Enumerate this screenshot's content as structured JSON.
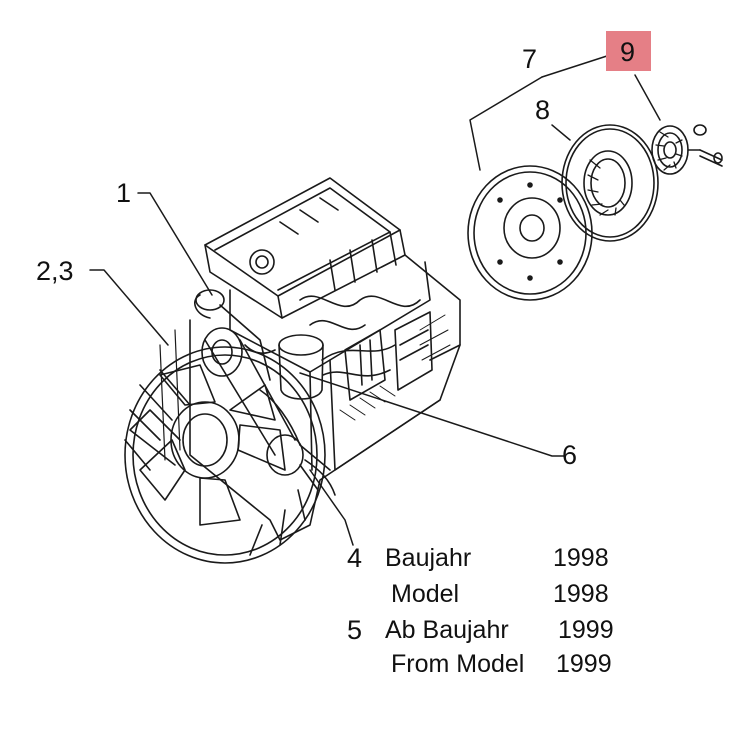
{
  "diagram": {
    "callouts": [
      {
        "id": "c1",
        "text": "1"
      },
      {
        "id": "c23",
        "text": "2,3"
      },
      {
        "id": "c6",
        "text": "6"
      },
      {
        "id": "c7",
        "text": "7"
      },
      {
        "id": "c8",
        "text": "8"
      },
      {
        "id": "c9",
        "text": "9"
      },
      {
        "id": "c4",
        "text": "4"
      },
      {
        "id": "c5",
        "text": "5"
      }
    ],
    "highlight_color": "#e57f86",
    "notes": [
      {
        "left": "Baujahr",
        "year": "1998"
      },
      {
        "left": "Model",
        "year": "1998"
      },
      {
        "left": "Ab Baujahr",
        "year": "1999"
      },
      {
        "left": "From Model",
        "year": "1999"
      }
    ]
  }
}
